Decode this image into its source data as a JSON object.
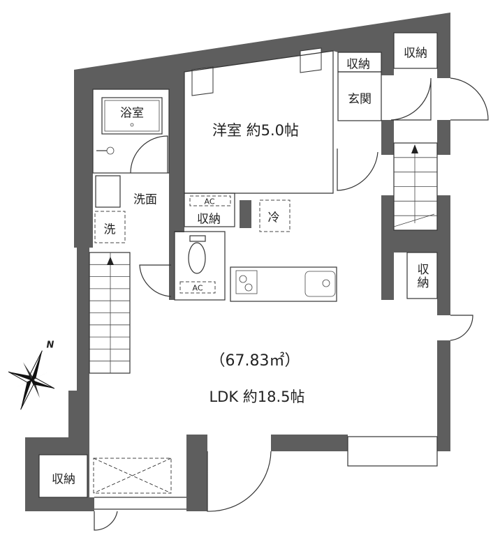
{
  "plan": {
    "total_area": "（67.83㎡）",
    "rooms": {
      "western_room": "洋室 約5.0帖",
      "ldk": "LDK 約18.5帖",
      "bathroom": "浴室",
      "washroom": "洗面",
      "washer": "洗",
      "entrance": "玄関",
      "fridge": "冷",
      "storage_entrance": "収納",
      "storage_top_right": "収納",
      "storage_closet": "収納",
      "storage_right": "収納",
      "storage_bottom_left": "収納",
      "ac_1": "AC",
      "ac_2": "AC"
    },
    "compass": {
      "label": "N"
    },
    "colors": {
      "wall": "#5e5e5e",
      "line": "#333333",
      "background": "#ffffff"
    }
  }
}
